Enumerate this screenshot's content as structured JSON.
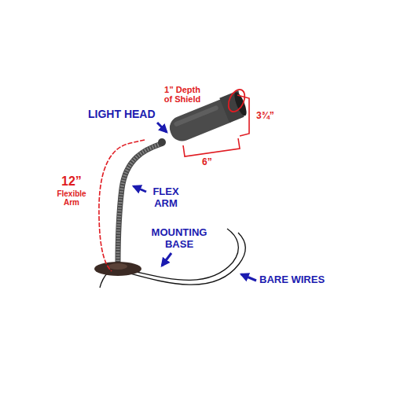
{
  "diagram": {
    "labels": [
      "1” Depth of Shield",
      "3¾”",
      "LIGHT HEAD",
      "6”",
      "12”",
      "Flexible Arm",
      "FLEX ARM",
      "MOUNTING BASE",
      "BARE WIRES"
    ]
  }
}
